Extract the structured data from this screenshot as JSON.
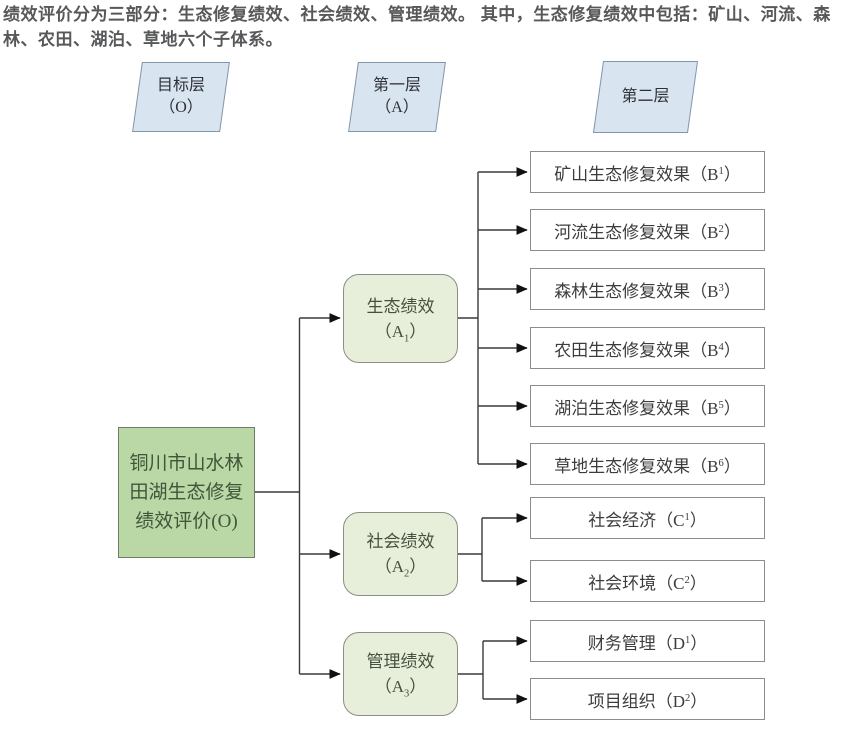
{
  "intro": {
    "text": "绩效评价分为三部分：生态修复绩效、社会绩效、管理绩效。 其中，生态修复绩效中包括：矿山、河流、森林、农田、湖泊、草地六个子体系。"
  },
  "layer_headers": [
    {
      "line1": "目标层",
      "line2": "（O）"
    },
    {
      "line1": "第一层",
      "line2": "（A）"
    },
    {
      "line1": "第二层",
      "line2": ""
    }
  ],
  "goal": {
    "line1": "铜川市山水林",
    "line2": "田湖生态修复",
    "line3": "绩效评价(O)"
  },
  "level1": [
    {
      "title": "生态绩效",
      "code_open": "（A",
      "code_sub": "1",
      "code_close": "）"
    },
    {
      "title": "社会绩效",
      "code_open": "（A",
      "code_sub": "2",
      "code_close": "）"
    },
    {
      "title": "管理绩效",
      "code_open": "（A",
      "code_sub": "3",
      "code_close": "）"
    }
  ],
  "level2": [
    {
      "name": "矿山生态修复效果",
      "code_open": "（B",
      "code_sub": "1",
      "code_close": "）"
    },
    {
      "name": "河流生态修复效果",
      "code_open": "（B",
      "code_sub": "2",
      "code_close": "）"
    },
    {
      "name": "森林生态修复效果",
      "code_open": "（B",
      "code_sub": "3",
      "code_close": "）"
    },
    {
      "name": "农田生态修复效果",
      "code_open": "（B",
      "code_sub": "4",
      "code_close": "）"
    },
    {
      "name": "湖泊生态修复效果",
      "code_open": "（B",
      "code_sub": "5",
      "code_close": "）"
    },
    {
      "name": "草地生态修复效果",
      "code_open": "（B",
      "code_sub": "6",
      "code_close": "）"
    },
    {
      "name": "社会经济",
      "code_open": "（C",
      "code_sub": "1",
      "code_close": "）"
    },
    {
      "name": "社会环境",
      "code_open": "（C",
      "code_sub": "2",
      "code_close": "）"
    },
    {
      "name": "财务管理",
      "code_open": "（D",
      "code_sub": "1",
      "code_close": "）"
    },
    {
      "name": "项目组织",
      "code_open": "（D",
      "code_sub": "2",
      "code_close": "）"
    }
  ],
  "colors": {
    "goal_fill": "#b9d8a6",
    "level1_fill": "#e7efdb",
    "level2_fill": "#ffffff",
    "header_fill": "#d9e4f1",
    "header_border": "#8296ac",
    "box_border": "#8c8c8c",
    "connector": "#3a3a3a",
    "intro_text": "#57585a"
  }
}
